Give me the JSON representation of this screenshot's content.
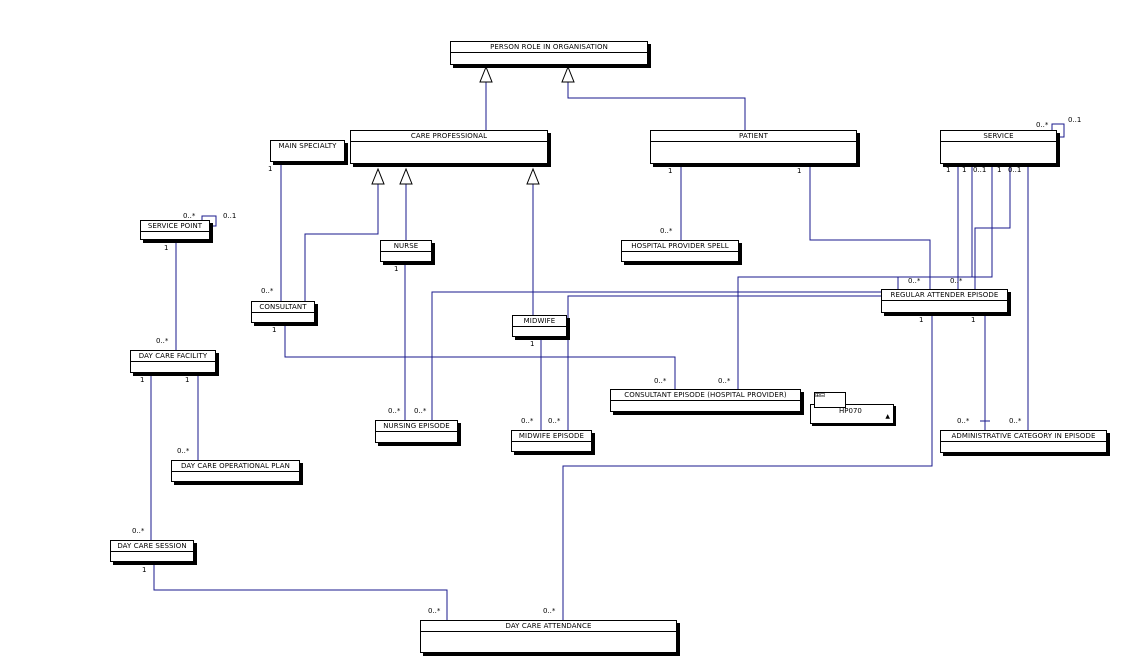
{
  "entities": {
    "person_role": "PERSON ROLE IN ORGANISATION",
    "care_professional": "CARE PROFESSIONAL",
    "patient": "PATIENT",
    "service": "SERVICE",
    "main_specialty": "MAIN SPECIALTY",
    "service_point": "SERVICE POINT",
    "nurse": "NURSE",
    "hospital_provider_spell": "HOSPITAL PROVIDER SPELL",
    "consultant": "CONSULTANT",
    "midwife": "MIDWIFE",
    "regular_attender_episode": "REGULAR ATTENDER EPISODE",
    "day_care_facility": "DAY CARE FACILITY",
    "consultant_episode": "CONSULTANT EPISODE (HOSPITAL PROVIDER)",
    "nursing_episode": "NURSING EPISODE",
    "midwife_episode": "MIDWIFE EPISODE",
    "administrative_category": "ADMINISTRATIVE CATEGORY IN EPISODE",
    "day_care_operational_plan": "DAY CARE OPERATIONAL PLAN",
    "day_care_session": "DAY CARE SESSION",
    "day_care_attendance": "DAY CARE ATTENDANCE"
  },
  "legend": {
    "label": "HP070"
  },
  "multiplicities": {
    "one": "1",
    "many": "0..*",
    "optional": "0..1"
  }
}
